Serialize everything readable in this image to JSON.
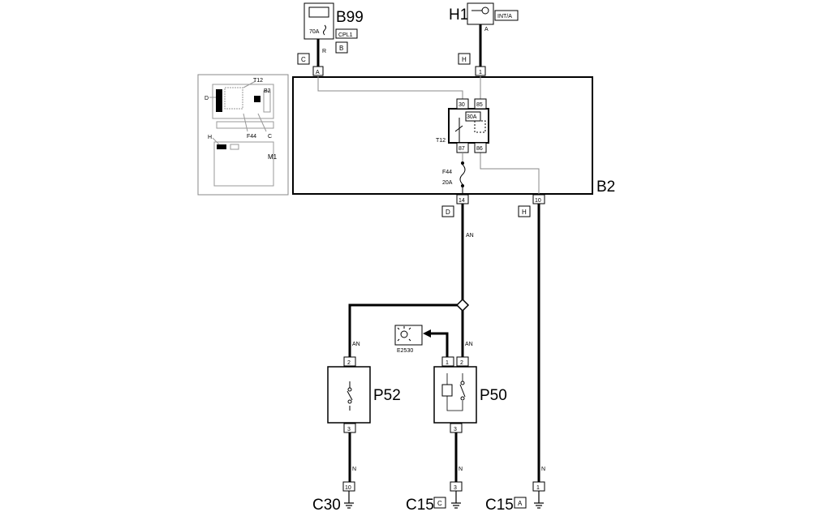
{
  "components": {
    "b99": {
      "code": "B99",
      "fuse": "70A",
      "sub": "CPL1",
      "letter": "B"
    },
    "h1": {
      "code": "H1",
      "tag": "INT/A",
      "pin": "A"
    },
    "b2": {
      "code": "B2"
    },
    "p52": {
      "code": "P52"
    },
    "p50": {
      "code": "P50"
    },
    "e2530": {
      "code": "E2530"
    },
    "t12": {
      "code": "T12",
      "rating": "30A"
    },
    "f44": {
      "code": "F44",
      "rating": "20A"
    }
  },
  "pins": {
    "b2_a": "A",
    "b2_1": "1",
    "relay_30": "30",
    "relay_85": "85",
    "relay_87": "87",
    "relay_86": "86",
    "b2_14": "14",
    "b2_10": "10",
    "p52_top": "2",
    "p52_bot": "3",
    "p50_top1": "1",
    "p50_top2": "2",
    "p50_bot": "3",
    "gnd_c30": "10",
    "gnd_c15c": "3",
    "gnd_c15a": "1"
  },
  "connectors": {
    "c": "C",
    "h_top": "H",
    "d": "D",
    "h_b2": "H"
  },
  "wires": {
    "r": "R",
    "an1": "AN",
    "an2": "AN",
    "an3": "AN",
    "n1": "N",
    "n2": "N",
    "n3": "N"
  },
  "grounds": {
    "c30": "C30",
    "c15c": "C15",
    "c15c_tag": "C",
    "c15a": "C15",
    "c15a_tag": "A"
  },
  "inset": {
    "t12": "T12",
    "b2": "B2",
    "d": "D",
    "f44": "F44",
    "c": "C",
    "h": "H",
    "m1": "M1"
  }
}
